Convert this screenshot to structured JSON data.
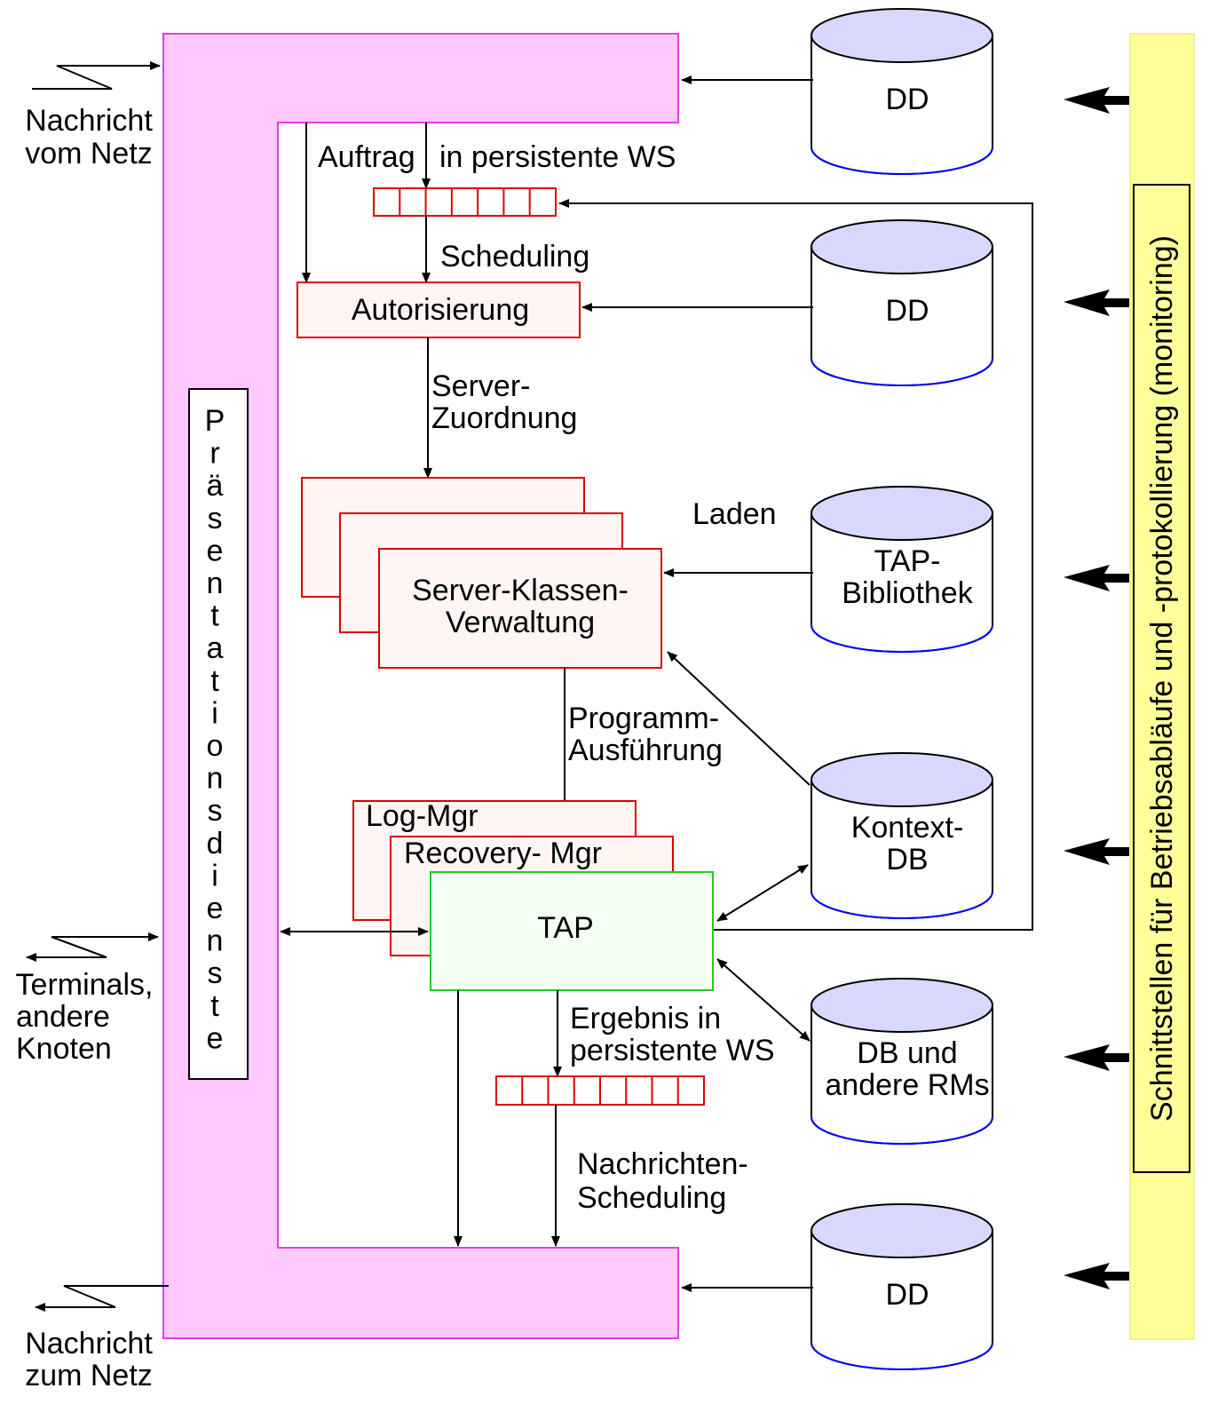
{
  "external": {
    "msg_from_net": [
      "Nachricht",
      "vom Netz"
    ],
    "terminals": [
      "Terminals,",
      "andere",
      "Knoten"
    ],
    "msg_to_net": [
      "Nachricht",
      "zum Netz"
    ]
  },
  "presentation": {
    "letters": [
      "P",
      "r",
      "ä",
      "s",
      "e",
      "n",
      "t",
      "a",
      "t",
      "i",
      "o",
      "n",
      "s",
      "d",
      "i",
      "e",
      "n",
      "s",
      "t",
      "e"
    ]
  },
  "flow": {
    "auftrag": "Auftrag",
    "in_persistente_ws": "in persistente WS",
    "scheduling": "Scheduling",
    "autorisierung": "Autorisierung",
    "server_zuordnung": [
      "Server-",
      "Zuordnung"
    ],
    "laden": "Laden",
    "server_klassen": [
      "Server-Klassen-",
      "Verwaltung"
    ],
    "programm_ausfuehrung": [
      "Programm-",
      "Ausführung"
    ],
    "log_mgr": "Log-Mgr",
    "recovery_mgr": "Recovery- Mgr",
    "tap": "TAP",
    "ergebnis": [
      "Ergebnis in",
      "persistente WS"
    ],
    "nachrichten_scheduling": [
      "Nachrichten-",
      "Scheduling"
    ]
  },
  "databases": {
    "dd_top": "DD",
    "dd_mid": "DD",
    "tap_bibliothek": [
      "TAP-",
      "Bibliothek"
    ],
    "kontext_db": [
      "Kontext-",
      "DB"
    ],
    "db_rms": [
      "DB und",
      "andere RMs"
    ],
    "dd_bottom": "DD"
  },
  "monitoring": {
    "label": "Schnittstellen für Betriebsabläufe und -protokollierung (monitoring)"
  },
  "colors": {
    "presentation_fill": "#ffc8ff",
    "presentation_stroke": "#e040e0",
    "component_fill": "#fff5f5",
    "component_stroke": "#e00000",
    "tap_fill": "#f2fff2",
    "tap_stroke": "#22cc22",
    "db_top_fill": "#d8d8ff",
    "monitor_fill": "#ffff99"
  }
}
